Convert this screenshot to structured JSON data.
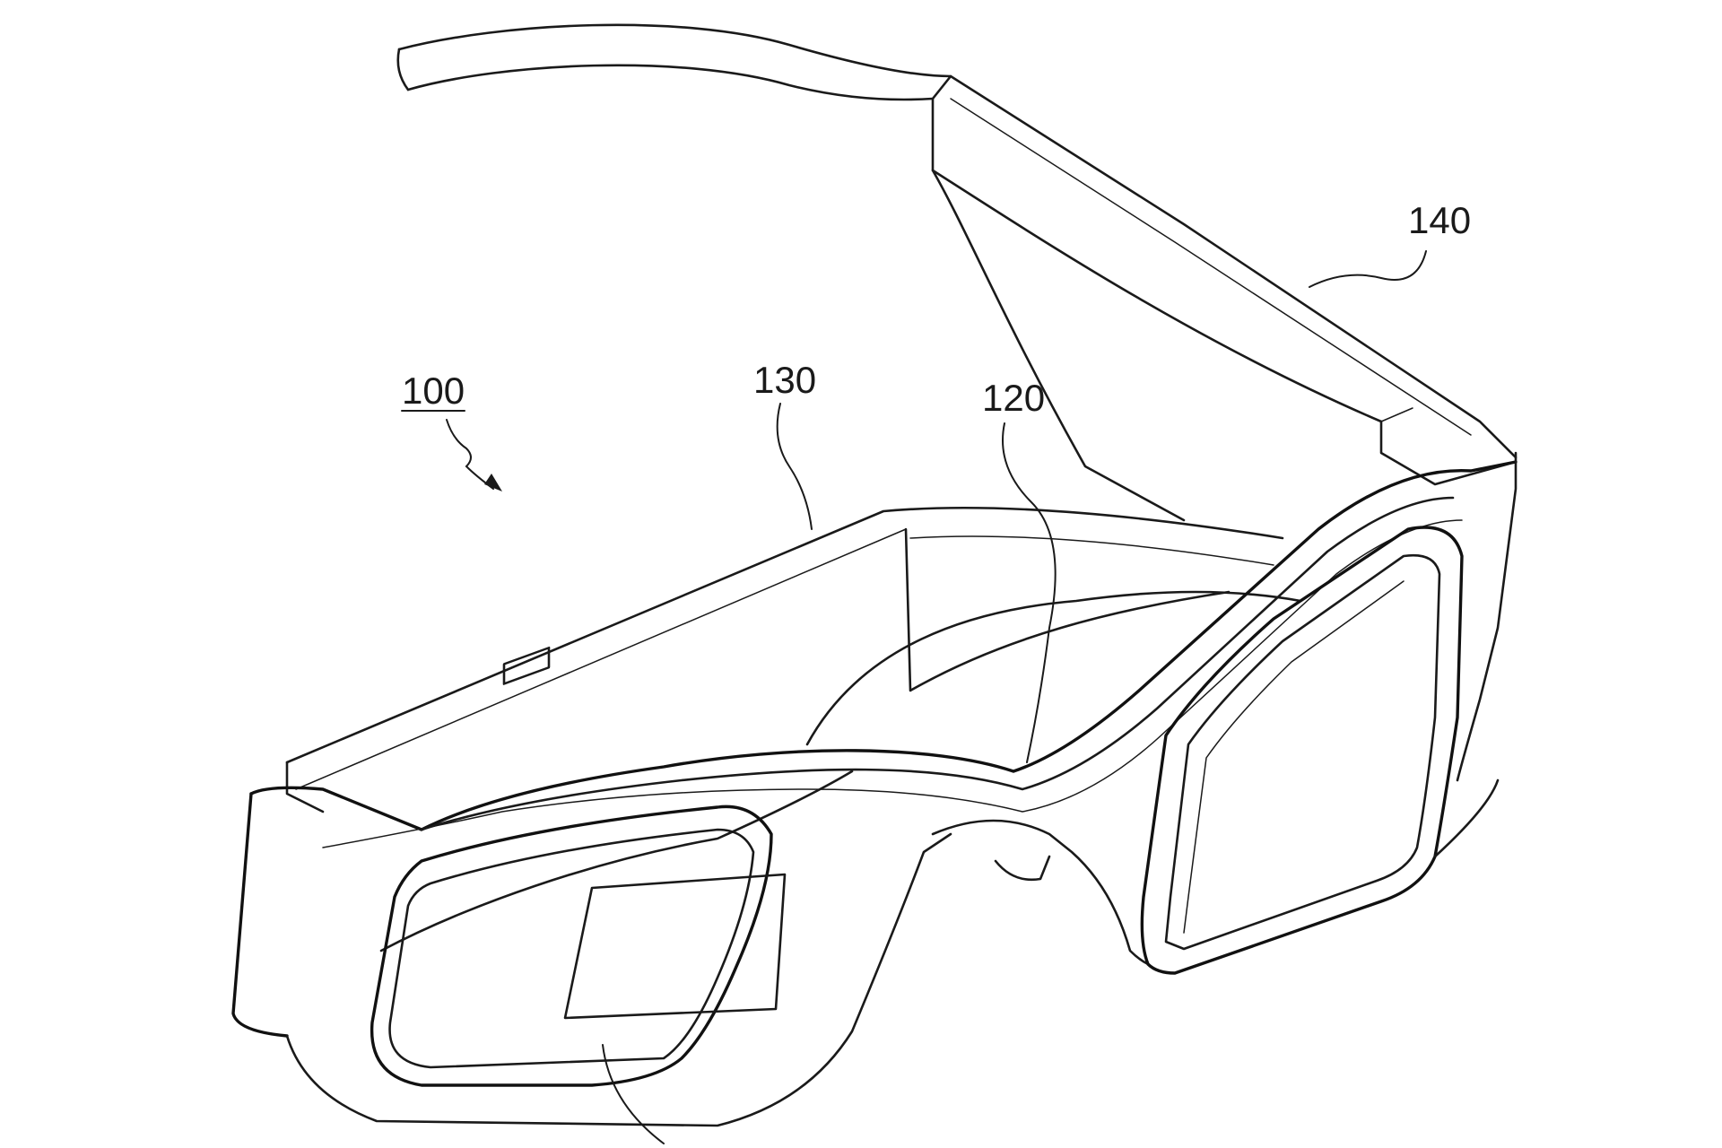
{
  "figure": {
    "subject": "smart-glasses",
    "line_color": "#1a1a1a",
    "background": "#ffffff"
  },
  "labels": {
    "assembly": "100",
    "display_frame": "120",
    "side_housing": "130",
    "temple_arm": "140"
  }
}
